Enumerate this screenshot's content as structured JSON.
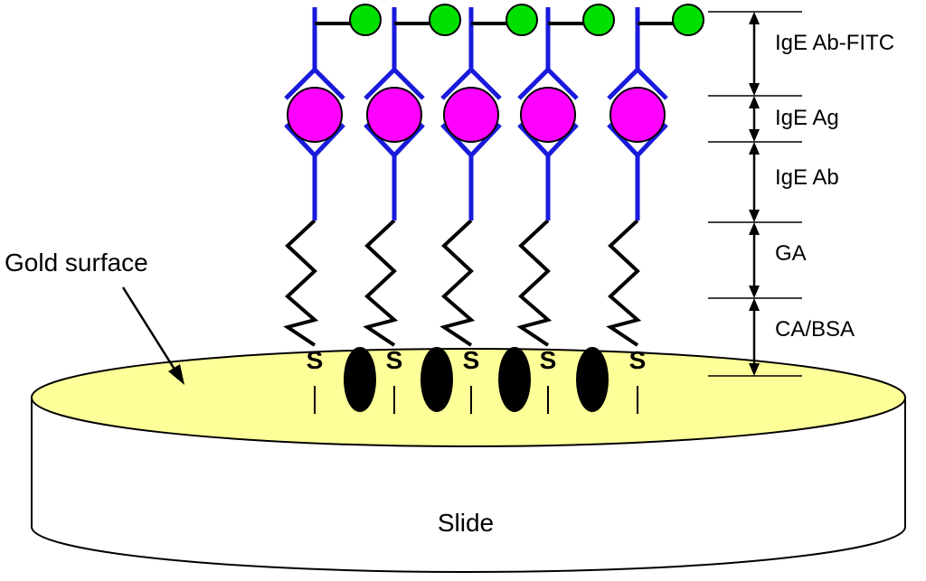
{
  "labels": {
    "gold_surface": "Gold surface",
    "slide": "Slide"
  },
  "layers": [
    {
      "id": "ige-ab-fitc",
      "label": "IgE Ab-FITC"
    },
    {
      "id": "ige-ag",
      "label": "IgE Ag"
    },
    {
      "id": "ige-ab",
      "label": "IgE Ab"
    },
    {
      "id": "ga",
      "label": "GA"
    },
    {
      "id": "ca-bsa",
      "label": "CA/BSA"
    }
  ],
  "sulfur_label": "S",
  "sulfur_count": 5,
  "colors": {
    "fitc": "#00e000",
    "antigen": "#ff00ff",
    "antibody": "#1a1adc",
    "gold": "#ffff99",
    "linker": "#000000",
    "bsa": "#000000"
  }
}
